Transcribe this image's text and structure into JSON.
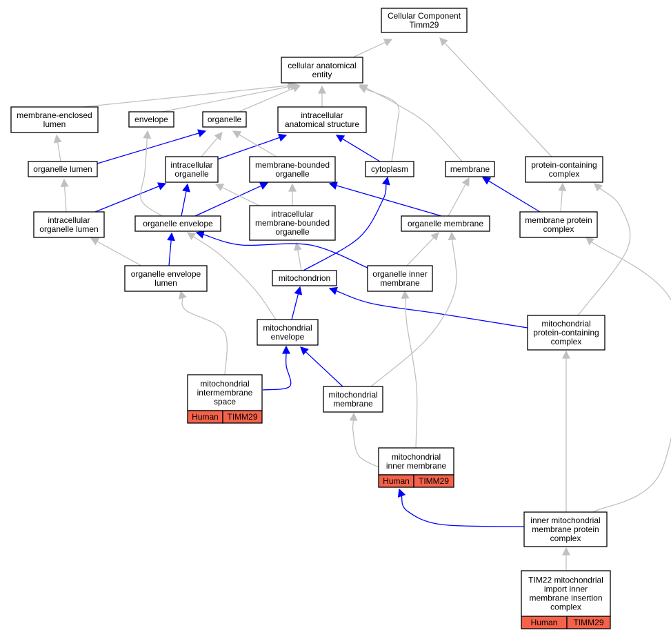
{
  "colors": {
    "gray_edge": "#c0c0c0",
    "blue_edge": "#0000ff",
    "annotation_fill": "#f4624a"
  },
  "nodes": [
    {
      "id": "root",
      "lines": [
        "Cellular Component",
        "Timm29"
      ]
    },
    {
      "id": "cae",
      "lines": [
        "cellular anatomical",
        "entity"
      ]
    },
    {
      "id": "mel",
      "lines": [
        "membrane-enclosed",
        "lumen"
      ]
    },
    {
      "id": "env",
      "lines": [
        "envelope"
      ]
    },
    {
      "id": "org",
      "lines": [
        "organelle"
      ]
    },
    {
      "id": "ias",
      "lines": [
        "intracellular",
        "anatomical structure"
      ]
    },
    {
      "id": "olum",
      "lines": [
        "organelle lumen"
      ]
    },
    {
      "id": "iorg",
      "lines": [
        "intracellular",
        "organelle"
      ]
    },
    {
      "id": "mbo",
      "lines": [
        "membrane-bounded",
        "organelle"
      ]
    },
    {
      "id": "cyto",
      "lines": [
        "cytoplasm"
      ]
    },
    {
      "id": "mem",
      "lines": [
        "membrane"
      ]
    },
    {
      "id": "pcc",
      "lines": [
        "protein-containing",
        "complex"
      ]
    },
    {
      "id": "iol",
      "lines": [
        "intracellular",
        "organelle lumen"
      ]
    },
    {
      "id": "oenv",
      "lines": [
        "organelle envelope"
      ]
    },
    {
      "id": "imbo",
      "lines": [
        "intracellular",
        "membrane-bounded",
        "organelle"
      ]
    },
    {
      "id": "omem",
      "lines": [
        "organelle membrane"
      ]
    },
    {
      "id": "mpc",
      "lines": [
        "membrane protein",
        "complex"
      ]
    },
    {
      "id": "oel",
      "lines": [
        "organelle envelope",
        "lumen"
      ]
    },
    {
      "id": "mito",
      "lines": [
        "mitochondrion"
      ]
    },
    {
      "id": "oim",
      "lines": [
        "organelle inner",
        "membrane"
      ]
    },
    {
      "id": "menv",
      "lines": [
        "mitochondrial",
        "envelope"
      ]
    },
    {
      "id": "mpcc",
      "lines": [
        "mitochondrial",
        "protein-containing",
        "complex"
      ]
    },
    {
      "id": "mims",
      "lines": [
        "mitochondrial",
        "intermembrane",
        "space"
      ],
      "annotation": [
        "Human",
        "TIMM29"
      ]
    },
    {
      "id": "mmem",
      "lines": [
        "mitochondrial",
        "membrane"
      ]
    },
    {
      "id": "mim",
      "lines": [
        "mitochondrial",
        "inner membrane"
      ],
      "annotation": [
        "Human",
        "TIMM29"
      ]
    },
    {
      "id": "immpc",
      "lines": [
        "inner mitochondrial",
        "membrane protein",
        "complex"
      ]
    },
    {
      "id": "tim22",
      "lines": [
        "TIM22 mitochondrial",
        "import inner",
        "membrane insertion",
        "complex"
      ],
      "annotation": [
        "Human",
        "TIMM29"
      ]
    }
  ],
  "edges": [
    {
      "from": "cae",
      "to": "root",
      "color": "gray"
    },
    {
      "from": "pcc",
      "to": "root",
      "color": "gray"
    },
    {
      "from": "mel",
      "to": "cae",
      "color": "gray"
    },
    {
      "from": "env",
      "to": "cae",
      "color": "gray"
    },
    {
      "from": "org",
      "to": "cae",
      "color": "gray"
    },
    {
      "from": "ias",
      "to": "cae",
      "color": "gray"
    },
    {
      "from": "cyto",
      "to": "cae",
      "color": "gray"
    },
    {
      "from": "mem",
      "to": "cae",
      "color": "gray"
    },
    {
      "from": "olum",
      "to": "mel",
      "color": "gray"
    },
    {
      "from": "olum",
      "to": "org",
      "color": "blue"
    },
    {
      "from": "iorg",
      "to": "org",
      "color": "gray"
    },
    {
      "from": "iorg",
      "to": "ias",
      "color": "blue"
    },
    {
      "from": "mbo",
      "to": "org",
      "color": "gray"
    },
    {
      "from": "cyto",
      "to": "ias",
      "color": "blue"
    },
    {
      "from": "iol",
      "to": "olum",
      "color": "gray"
    },
    {
      "from": "iol",
      "to": "iorg",
      "color": "blue"
    },
    {
      "from": "oenv",
      "to": "env",
      "color": "gray"
    },
    {
      "from": "oenv",
      "to": "iorg",
      "color": "blue"
    },
    {
      "from": "oenv",
      "to": "mbo",
      "color": "blue"
    },
    {
      "from": "imbo",
      "to": "iorg",
      "color": "gray"
    },
    {
      "from": "imbo",
      "to": "mbo",
      "color": "gray"
    },
    {
      "from": "omem",
      "to": "mbo",
      "color": "blue"
    },
    {
      "from": "omem",
      "to": "mem",
      "color": "gray"
    },
    {
      "from": "mpc",
      "to": "mem",
      "color": "blue"
    },
    {
      "from": "mpc",
      "to": "pcc",
      "color": "gray"
    },
    {
      "from": "oel",
      "to": "iol",
      "color": "gray"
    },
    {
      "from": "oel",
      "to": "oenv",
      "color": "blue"
    },
    {
      "from": "mito",
      "to": "imbo",
      "color": "gray"
    },
    {
      "from": "mito",
      "to": "cyto",
      "color": "blue"
    },
    {
      "from": "oim",
      "to": "oenv",
      "color": "blue"
    },
    {
      "from": "oim",
      "to": "omem",
      "color": "gray"
    },
    {
      "from": "menv",
      "to": "oenv",
      "color": "gray"
    },
    {
      "from": "menv",
      "to": "mito",
      "color": "blue"
    },
    {
      "from": "mpcc",
      "to": "mito",
      "color": "blue"
    },
    {
      "from": "mpcc",
      "to": "pcc",
      "color": "gray"
    },
    {
      "from": "mims",
      "to": "oel",
      "color": "gray"
    },
    {
      "from": "mims",
      "to": "menv",
      "color": "blue"
    },
    {
      "from": "mmem",
      "to": "menv",
      "color": "blue"
    },
    {
      "from": "mmem",
      "to": "omem",
      "color": "gray"
    },
    {
      "from": "mim",
      "to": "mmem",
      "color": "gray"
    },
    {
      "from": "mim",
      "to": "oim",
      "color": "gray"
    },
    {
      "from": "immpc",
      "to": "mim",
      "color": "blue"
    },
    {
      "from": "immpc",
      "to": "mpcc",
      "color": "gray"
    },
    {
      "from": "immpc",
      "to": "mpc",
      "color": "gray"
    },
    {
      "from": "tim22",
      "to": "immpc",
      "color": "gray"
    }
  ]
}
